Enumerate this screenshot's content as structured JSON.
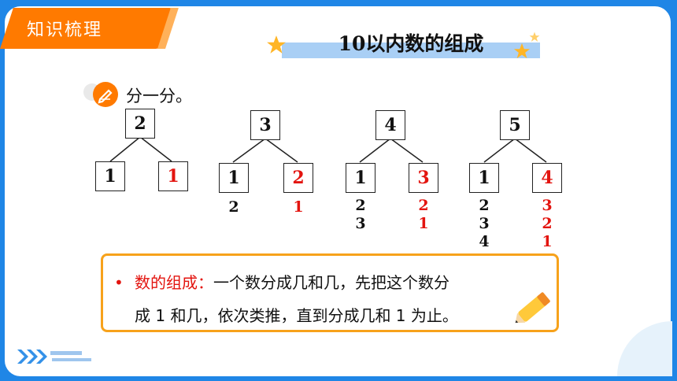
{
  "header": {
    "tag_label": "知识梳理",
    "title": "10以内数的组成"
  },
  "section": {
    "icon": "pen-icon",
    "label": "分一分。"
  },
  "trees": [
    {
      "top": "2",
      "left": "1",
      "right": "1",
      "left_list": [],
      "right_list": []
    },
    {
      "top": "3",
      "left": "1",
      "right": "2",
      "left_list": [
        "2"
      ],
      "right_list": [
        "1"
      ]
    },
    {
      "top": "4",
      "left": "1",
      "right": "3",
      "left_list": [
        "2",
        "3"
      ],
      "right_list": [
        "2",
        "1"
      ]
    },
    {
      "top": "5",
      "left": "1",
      "right": "4",
      "left_list": [
        "2",
        "3",
        "4"
      ],
      "right_list": [
        "3",
        "2",
        "1"
      ]
    }
  ],
  "note": {
    "bullet": "•",
    "keyword": "数的组成：",
    "line1_rest": "一个数分成几和几，先把这个数分",
    "line2": "成 1 和几，依次类推，直到分成几和 1 为止。"
  },
  "colors": {
    "accent": "#ff7a00",
    "background": "#1f86e6",
    "highlight": "#e3140f",
    "border": "#f7a21b"
  }
}
